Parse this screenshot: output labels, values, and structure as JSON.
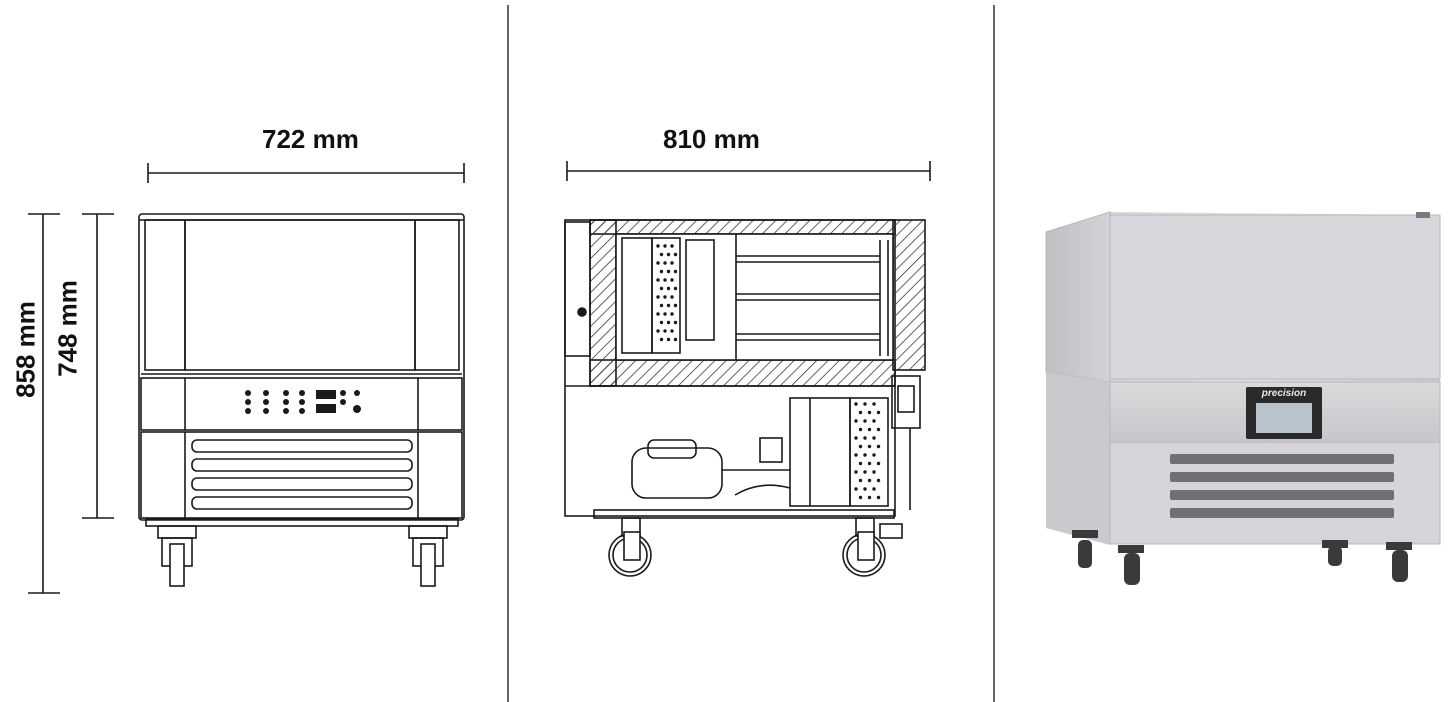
{
  "dimensions": {
    "front_width": "722 mm",
    "side_depth": "810 mm",
    "total_height": "858 mm",
    "body_height": "748 mm"
  },
  "product": {
    "brand": "precision"
  },
  "colors": {
    "line": "#1a1a1a",
    "divider": "#333333",
    "hatch": "#3a3a3a",
    "steel_light": "#dcdcde",
    "steel_mid": "#c4c5c8",
    "steel_dark": "#8e9095",
    "panel_black": "#222222"
  }
}
